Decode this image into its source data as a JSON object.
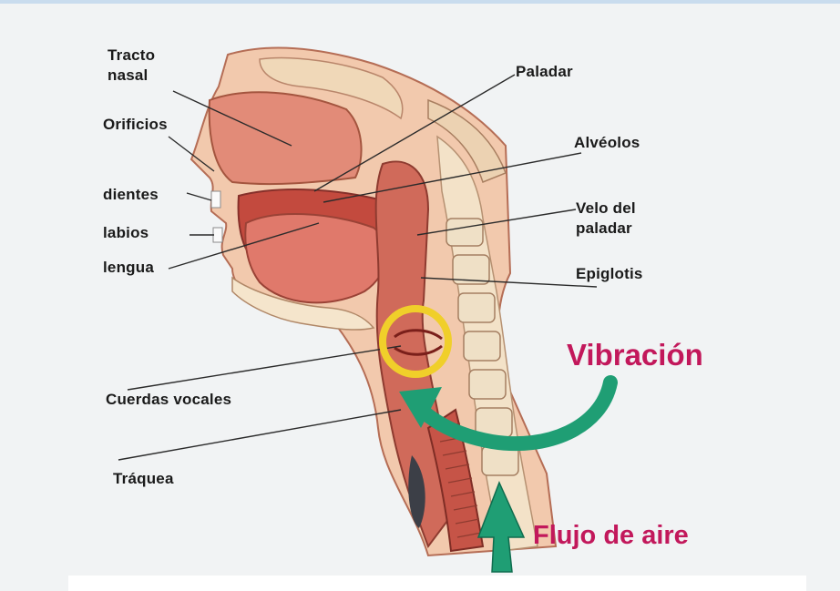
{
  "labels": {
    "tracto_nasal": "Tracto\nnasal",
    "orificios": "Orificios",
    "dientes": "dientes",
    "labios": "labios",
    "lengua": "lengua",
    "paladar": "Paladar",
    "alveolos": "Alvéolos",
    "velo": "Velo del\npaladar",
    "epiglotis": "Epiglotis",
    "cuerdas": "Cuerdas vocales",
    "traquea": "Tráquea"
  },
  "annotations": {
    "vibracion": "Vibración",
    "flujo": "Flujo de aire"
  },
  "colors": {
    "annotation_text": "#c2185b",
    "arrow": "#1f9e74",
    "highlight_ring": "#f0cf2a",
    "tissue": "#d77a66",
    "bone": "#f2dcc0"
  }
}
